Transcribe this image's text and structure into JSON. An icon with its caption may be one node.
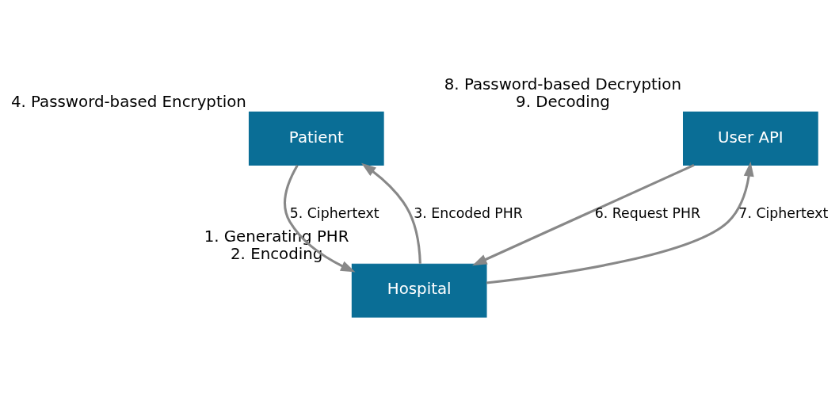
{
  "diagram": {
    "nodes": [
      {
        "text": [
          "Patient"
        ],
        "beside": [
          "4. Password-based Encryption"
        ]
      },
      {
        "text": [
          "User API"
        ],
        "beside": [
          "8. Password-based Decryption",
          "9. Decoding"
        ]
      },
      {
        "text": [
          "Hospital"
        ],
        "beside": [
          "1. Generating PHR",
          "2. Encoding"
        ]
      }
    ],
    "edges": [
      {
        "from": 2,
        "to": 0,
        "arrow": "to",
        "label": "3. Encoded PHR"
      },
      {
        "from": 0,
        "to": 2,
        "arrow": "to",
        "label": "5. Ciphertext"
      },
      {
        "from": 1,
        "to": 2,
        "arrow": "to",
        "label": "6. Request PHR"
      },
      {
        "from": 2,
        "to": 1,
        "arrow": "to",
        "label": "7. Ciphertext"
      }
    ]
  }
}
